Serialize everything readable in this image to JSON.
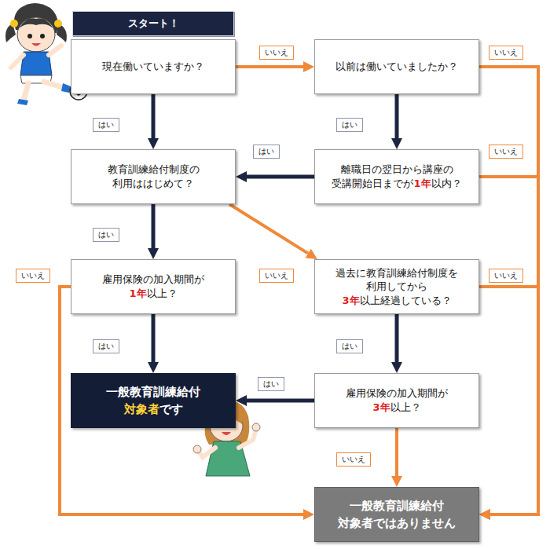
{
  "diagram": {
    "nodes": [
      {
        "text": [
          "スタート！"
        ]
      },
      {
        "text": [
          "現在働いていますか？"
        ]
      },
      {
        "text": [
          "以前は働いていましたか？"
        ]
      },
      {
        "text": [
          "教育訓練給付制度の 利用ははじめて？"
        ]
      },
      {
        "text": [
          "離職日の翌日から講座の 受講開始日までが1年以内？"
        ]
      },
      {
        "text": [
          "雇用保険の加入期間が 1年以上？"
        ]
      },
      {
        "text": [
          "過去に教育訓練給付制度を 利用してから 3年以上経過している？"
        ]
      },
      {
        "text": [
          "一般教育訓練給付",
          "対象者です"
        ]
      },
      {
        "text": [
          "雇用保険の加入期間が 3年以上？"
        ]
      },
      {
        "text": [
          "一般教育訓練給付 対象者ではありません"
        ]
      }
    ],
    "edges": [
      {
        "from": 1,
        "to": 2,
        "label": "いいえ",
        "arrow": "to"
      },
      {
        "from": 1,
        "to": 3,
        "label": "はい",
        "arrow": "to"
      },
      {
        "from": 2,
        "to": 4,
        "label": "はい",
        "arrow": "to"
      },
      {
        "from": 2,
        "to": 9,
        "label": "いいえ",
        "arrow": "to"
      },
      {
        "from": 4,
        "to": 3,
        "label": "はい",
        "arrow": "to"
      },
      {
        "from": 4,
        "to": 9,
        "label": "いいえ",
        "arrow": "to"
      },
      {
        "from": 3,
        "to": 5,
        "label": "はい",
        "arrow": "to"
      },
      {
        "from": 3,
        "to": 6,
        "label": "いいえ",
        "arrow": "to"
      },
      {
        "from": 5,
        "to": 7,
        "label": "はい",
        "arrow": "to"
      },
      {
        "from": 5,
        "to": 9,
        "label": "いいえ",
        "arrow": "to"
      },
      {
        "from": 6,
        "to": 8,
        "label": "はい",
        "arrow": "to"
      },
      {
        "from": 6,
        "to": 9,
        "label": "いいえ",
        "arrow": "to"
      },
      {
        "from": 8,
        "to": 7,
        "label": "はい",
        "arrow": "to"
      },
      {
        "from": 8,
        "to": 9,
        "label": "いいえ",
        "arrow": "to"
      }
    ]
  }
}
